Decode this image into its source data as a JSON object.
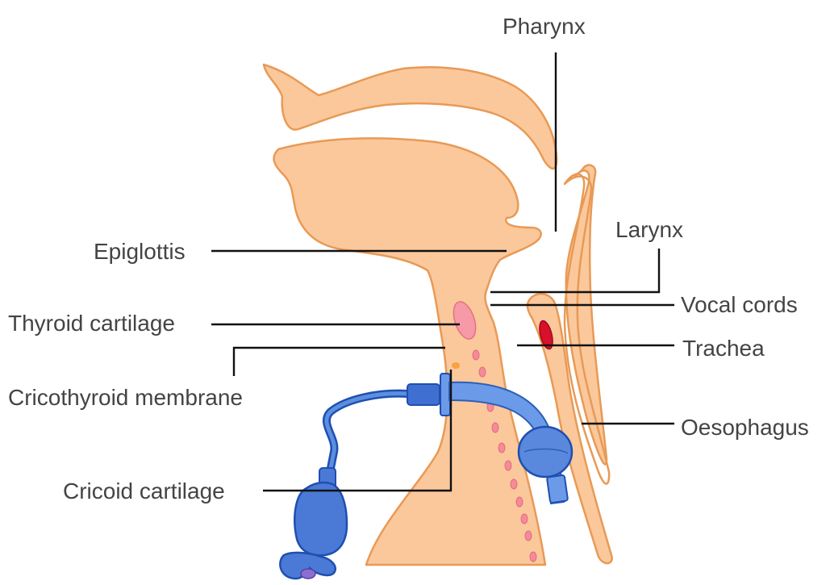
{
  "diagram": {
    "colors": {
      "tissue_fill": "#fbc89c",
      "tissue_outline": "#e89a55",
      "thyroid_pink": "#f59aa6",
      "vocal_cord_red": "#d8102a",
      "tube_blue": "#5b8fe0",
      "tube_dark_blue": "#1f4fb0",
      "label_color": "#444444",
      "leader_color": "#111111"
    },
    "labels": {
      "pharynx": "Pharynx",
      "larynx": "Larynx",
      "epiglottis": "Epiglottis",
      "vocal_cords": "Vocal cords",
      "thyroid_cartilage": "Thyroid cartilage",
      "trachea": "Trachea",
      "cricothyroid_membrane": "Cricothyroid membrane",
      "oesophagus": "Oesophagus",
      "cricoid_cartilage": "Cricoid cartilage"
    }
  }
}
